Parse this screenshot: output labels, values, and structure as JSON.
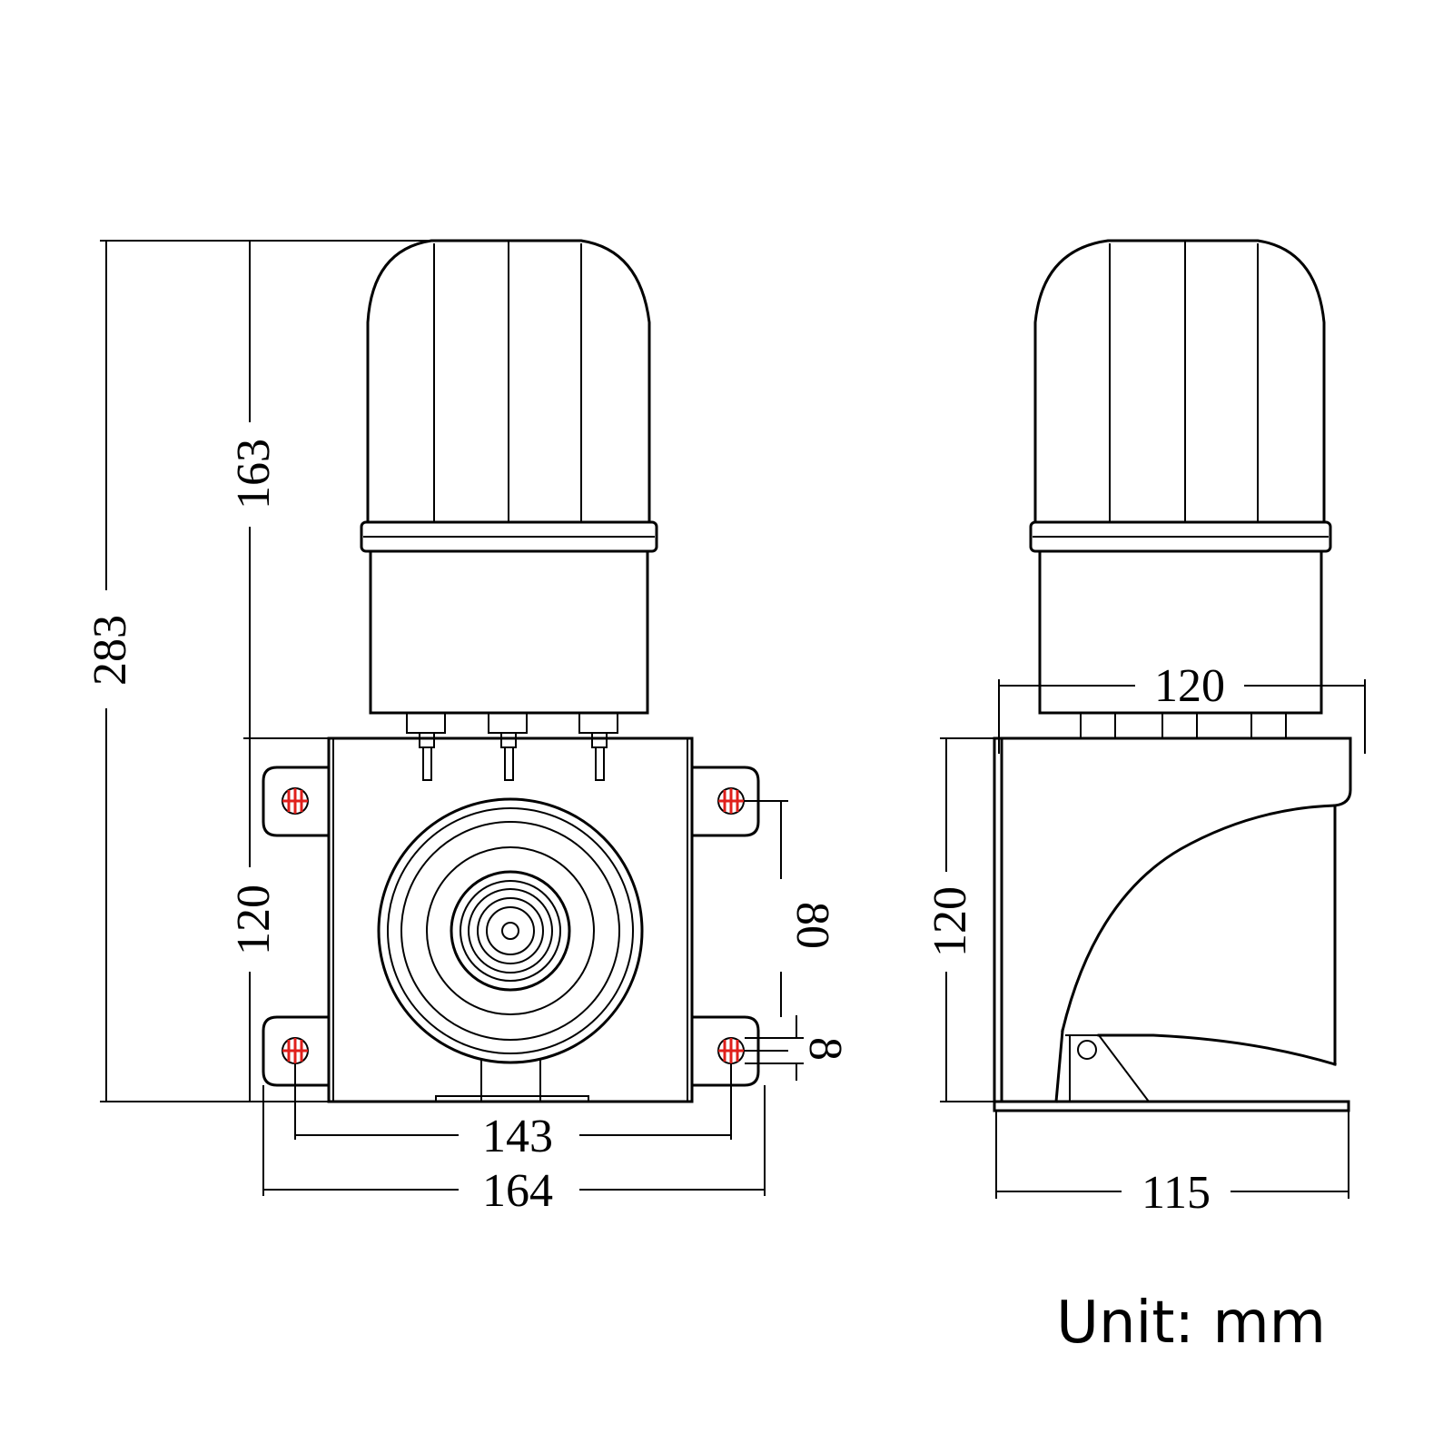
{
  "dimensions": {
    "overall_height": "283",
    "lamp_height": "163",
    "base_height_front": "120",
    "hole_vertical_spacing": "80",
    "hole_diameter": "8",
    "hole_horizontal_spacing": "143",
    "overall_width": "164",
    "lamp_diameter": "120",
    "base_height_side": "120",
    "depth": "115"
  },
  "unit_label": "Unit: mm",
  "colors": {
    "line": "#000000",
    "hole_marker": "#e0201c",
    "background": "#ffffff"
  }
}
